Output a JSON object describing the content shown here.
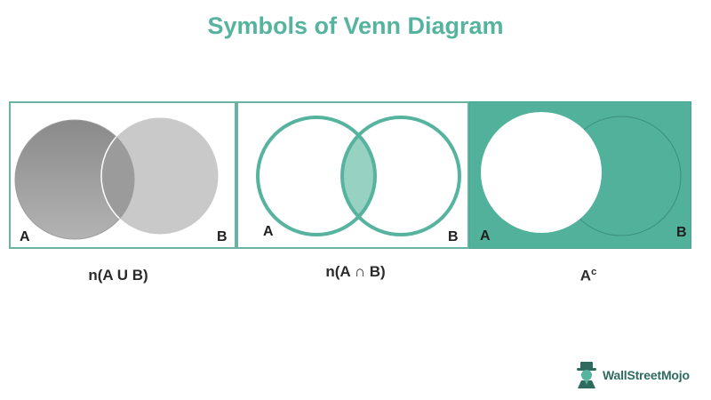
{
  "title": "Symbols of Venn Diagram",
  "colors": {
    "title": "#56b39e",
    "teal": "#56b39e",
    "gray_dark": "#9a9a9a",
    "gray_light": "#c9c9c9",
    "border": "#6ab3a2"
  },
  "panels": [
    {
      "set_a": "A",
      "set_b": "B",
      "caption": "n(A U B)",
      "caption_sup": ""
    },
    {
      "set_a": "A",
      "set_b": "B",
      "caption": "n(A ∩ B)",
      "caption_sup": ""
    },
    {
      "set_a": "A",
      "set_b": "B",
      "caption": "A",
      "caption_sup": "c"
    }
  ],
  "brand": {
    "name": "WallStreetMojo",
    "icon": "mascot-logo-icon"
  }
}
